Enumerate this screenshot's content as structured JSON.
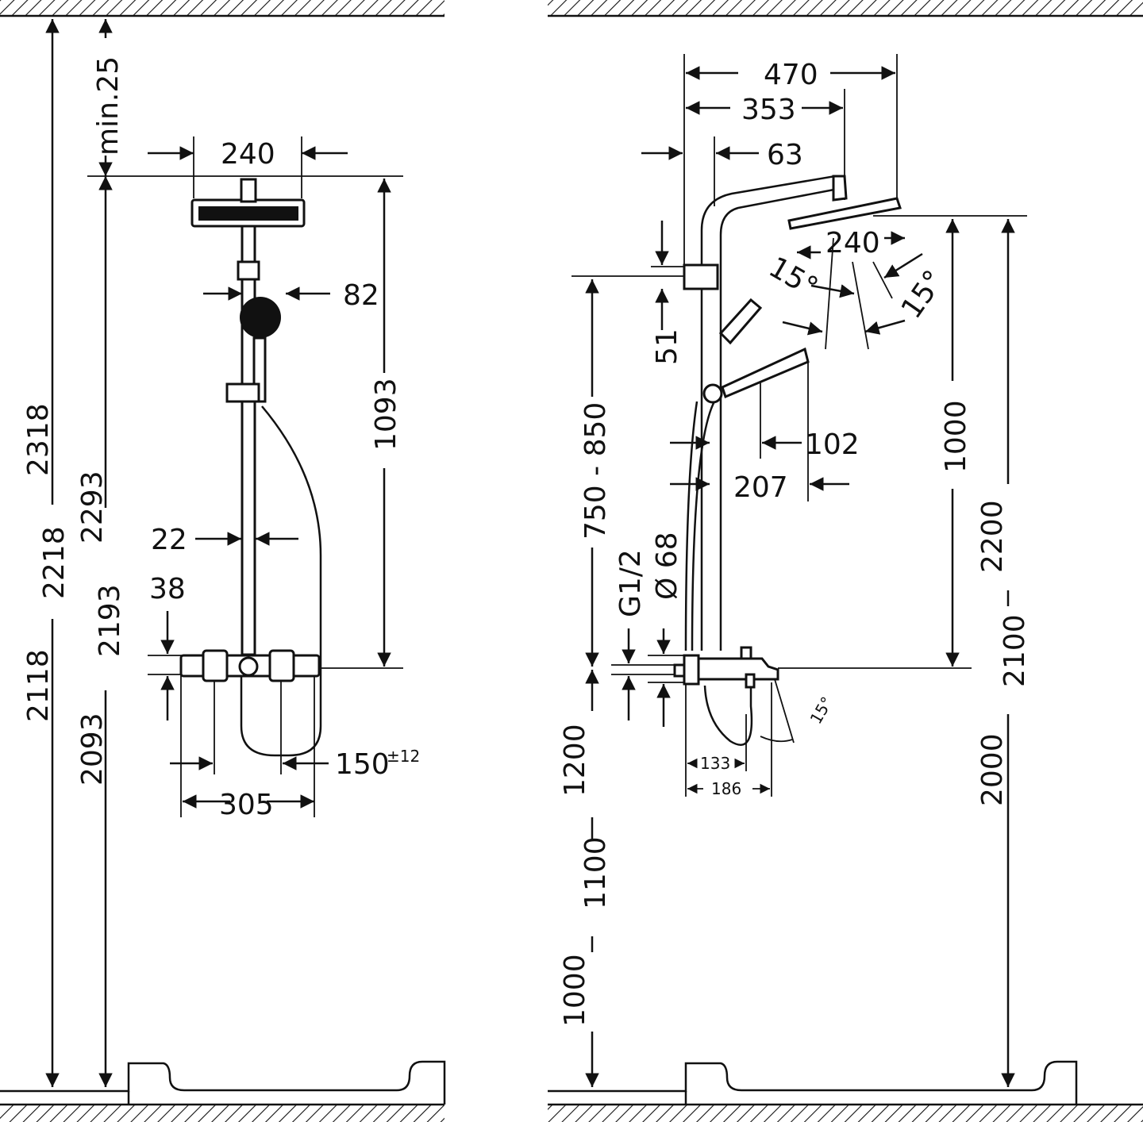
{
  "front_view": {
    "labels": {
      "total_height_1": "2318",
      "total_height_2": "2218",
      "total_height_3": "2118",
      "head_height_1": "2293",
      "head_height_2": "2193",
      "head_height_3": "2093",
      "min_gap": "min.25",
      "head_width": "240",
      "hand_shower_width": "82",
      "rail_to_thermostat": "1093",
      "rail_diameter": "22",
      "thermostat_height": "38",
      "connection_spacing": "150",
      "connection_tolerance": "±12",
      "thermostat_width": "305"
    }
  },
  "side_view": {
    "labels": {
      "arm_length": "470",
      "arm_to_center": "353",
      "wall_clearance": "63",
      "head_width": "240",
      "angle_left": "15°",
      "angle_right": "15°",
      "bracket_height": "51",
      "hand_shower_depth": "102",
      "hand_shower_reach": "207",
      "thermostat_range": "750 - 850",
      "thread": "G1/2",
      "rosette_diameter": "Ø 68",
      "head_height": "1000",
      "total_height_1": "2200",
      "total_height_2": "2100",
      "total_height_3": "2000",
      "mount_height_1": "1200",
      "mount_height_2": "1100",
      "mount_height_3": "1000",
      "spout_angle": "15°",
      "spout_depth_1": "133",
      "spout_depth_2": "186"
    }
  }
}
